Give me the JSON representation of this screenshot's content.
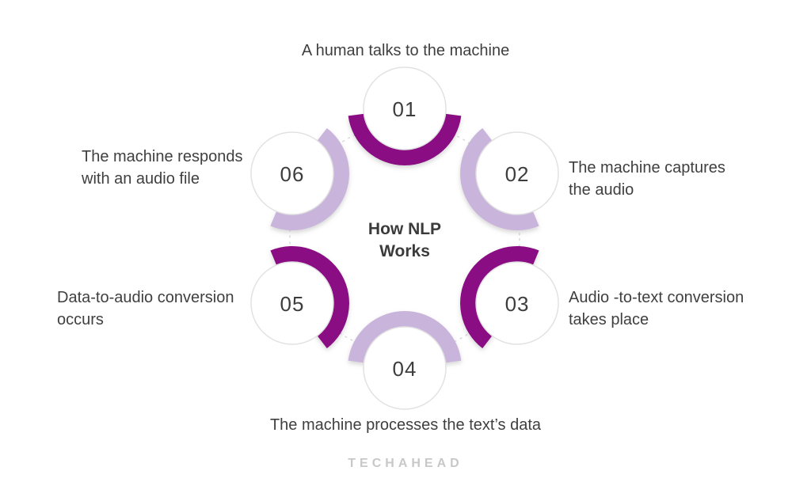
{
  "diagram": {
    "center_title": "How NLP Works",
    "colors": {
      "dark_arc": "#8A0B83",
      "light_arc": "#C9B4DB",
      "circle_border": "#E2E2E2",
      "circle_fill": "#FFFFFF",
      "number_text": "#3D3D3D",
      "label_text": "#3F3F3F",
      "dashed_line": "#D8D8D8",
      "logo_gray": "#C8C8C8"
    },
    "steps": [
      {
        "number": "01",
        "label": "A human talks to the machine",
        "tone": "dark"
      },
      {
        "number": "02",
        "label": "The machine captures the audio",
        "tone": "light"
      },
      {
        "number": "03",
        "label": "Audio -to-text conversion takes place",
        "tone": "dark"
      },
      {
        "number": "04",
        "label": "The machine processes the text’s data",
        "tone": "light"
      },
      {
        "number": "05",
        "label": "Data-to-audio conversion occurs",
        "tone": "dark"
      },
      {
        "number": "06",
        "label": "The machine responds with an audio file",
        "tone": "light"
      }
    ]
  },
  "footer": {
    "logo_text": "TECHAHEAD"
  }
}
